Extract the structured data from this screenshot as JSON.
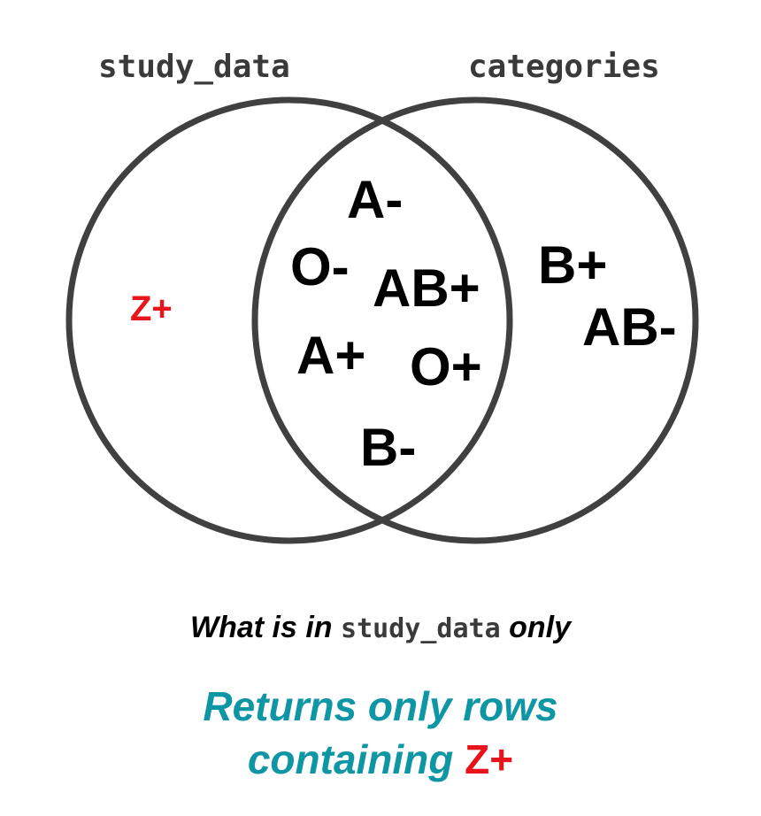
{
  "sets": {
    "left_title": "study_data",
    "right_title": "categories"
  },
  "elements": {
    "left_only": [
      "Z+"
    ],
    "intersection": [
      "A-",
      "O-",
      "AB+",
      "A+",
      "O+",
      "B-"
    ],
    "right_only": [
      "B+",
      "AB-"
    ]
  },
  "caption": {
    "prefix": "What is in",
    "code": "study_data",
    "suffix": "only"
  },
  "result": {
    "line1": "Returns only rows",
    "line2_prefix": "containing",
    "line2_highlight": "Z+"
  },
  "colors": {
    "circle_stroke": "#404040",
    "highlight": "#e8131b",
    "result_text": "#0e96a4",
    "element_text": "#000000"
  }
}
